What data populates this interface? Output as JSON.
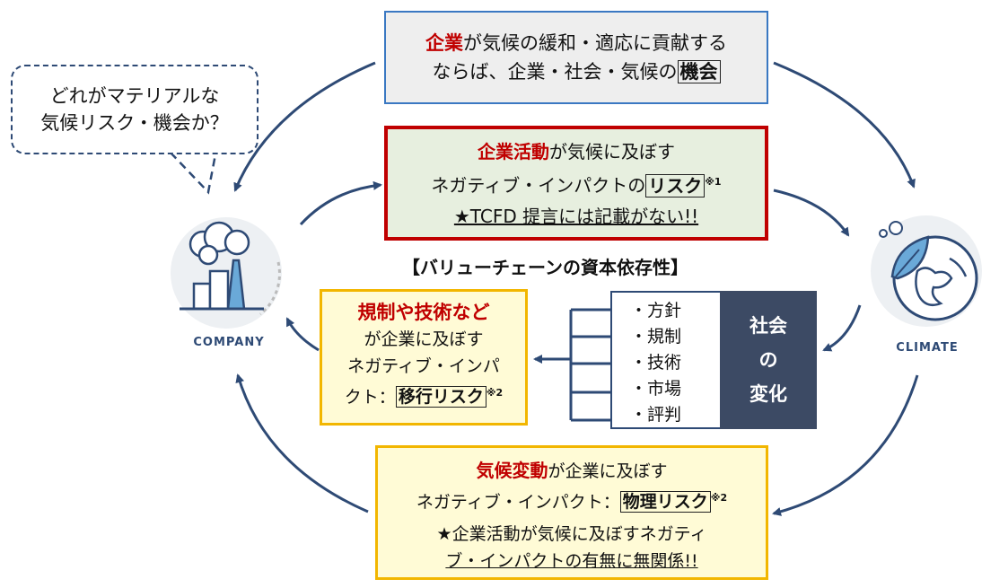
{
  "speech": {
    "line1": "どれがマテリアルな",
    "line2": "気候リスク・機会か？"
  },
  "top_box": {
    "line1_red": "企業",
    "line1_rest": "が気候の緩和・適応に貢献する",
    "line2_rest": "ならば、企業・社会・気候の",
    "line2_framed": "機会"
  },
  "mid_box": {
    "line1_red": "企業活動",
    "line1_rest": "が気候に及ぼす",
    "line2_rest": "ネガティブ・インパクトの",
    "line2_framed": "リスク",
    "line2_note": "※1",
    "line3": "★TCFD 提言には記載がない!!"
  },
  "value_chain_title": "【バリューチェーンの資本依存性】",
  "transition_box": {
    "line1": "規制や技術など",
    "line2": "が企業に及ぼす",
    "line3": "ネガティブ・インパ",
    "line4_rest": "クト：",
    "line4_framed": "移行リスク",
    "line4_note": "※2"
  },
  "society_list": [
    "・方針",
    "・規制",
    "・技術",
    "・市場",
    "・評判"
  ],
  "society_label": {
    "line1": "社会",
    "line2": "の",
    "line3": "変化"
  },
  "physical_box": {
    "line1_red": "気候変動",
    "line1_rest": "が企業に及ぼす",
    "line2_rest": "ネガティブ・インパクト：",
    "line2_framed": "物理リスク",
    "line2_note": "※2",
    "line3": "★企業活動が気候に及ぼすネガティ",
    "line4": "ブ・インパクトの有無に無関係!!"
  },
  "company_label": "COMPANY",
  "climate_label": "CLIMATE",
  "colors": {
    "arrow": "#2e4a75",
    "top_border": "#3a78c2",
    "mid_border": "#c00000",
    "mid_fill": "#e7efdf",
    "yellow_border": "#f2b600",
    "yellow_fill": "#fffbd6",
    "navy": "#3c4a64",
    "icon_blue": "#6aa9d8"
  }
}
